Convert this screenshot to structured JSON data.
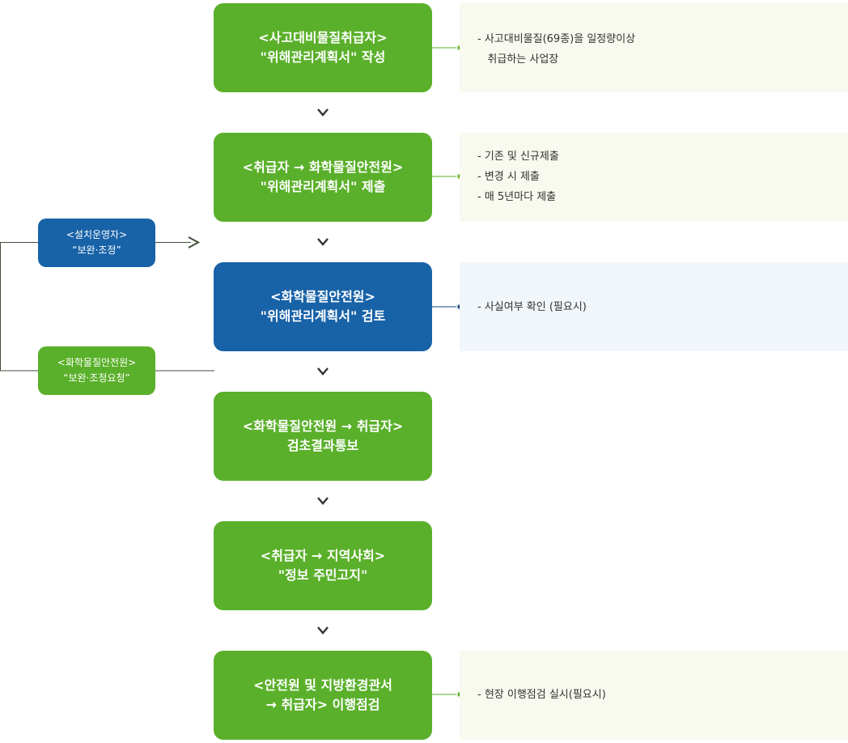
{
  "steps": [
    {
      "line1": "<사고대비물질취급자>",
      "line2": "\"위해관리계획서\" 작성",
      "color": "#5ab02a"
    },
    {
      "line1": "<취급자 → 화학물질안전원>",
      "line2": "\"위해관리계획서\" 제출",
      "color": "#5ab02a"
    },
    {
      "line1": "<화학물질안전원>",
      "line2": "\"위해관리계획서\" 검토",
      "color": "#1862a8"
    },
    {
      "line1": "<화학물질안전원 → 취급자>",
      "line2": "검초결과통보",
      "color": "#5ab02a"
    },
    {
      "line1": "<취급자 → 지역사회>",
      "line2": "\"정보 주민고지\"",
      "color": "#5ab02a"
    },
    {
      "line1": "<안전원 및 지방환경관서",
      "line2": "→ 취급자> 이행점검",
      "color": "#5ab02a"
    }
  ],
  "notes": {
    "step1": [
      "- 사고대비물질(69종)을 일정량이상",
      "   취급하는 사업장"
    ],
    "step2": [
      "- 기존 및 신규제출",
      "- 변경 시 제출",
      "- 매 5년마다 제출"
    ],
    "step3": [
      "- 사실여부 확인 (필요시)"
    ],
    "step6": [
      "- 현장 이행점검 실시(필요시)"
    ]
  },
  "side_boxes": {
    "operator": {
      "line1": "<설치운영자>",
      "line2": "“보완·조정”"
    },
    "institute": {
      "line1": "<화학물질안전원>",
      "line2": "“보완·조정요청”"
    }
  }
}
